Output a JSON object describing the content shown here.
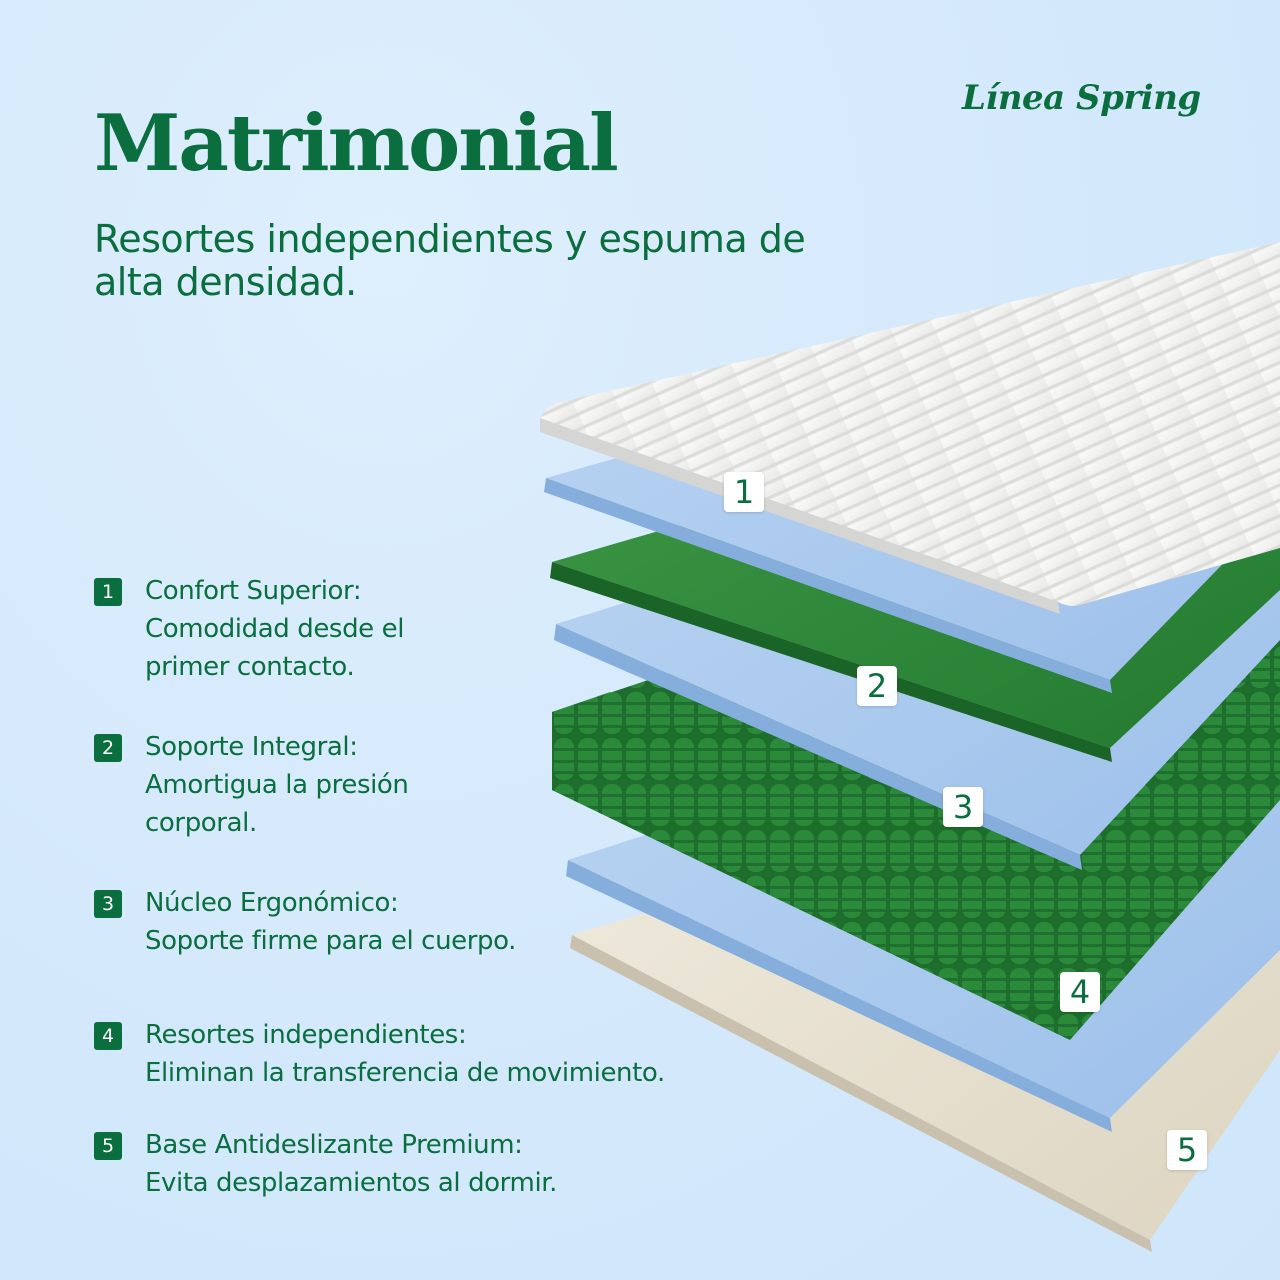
{
  "header": {
    "brand": "Línea Spring",
    "title": "Matrimonial",
    "subtitle": "Resortes independientes y espuma de alta densidad."
  },
  "features": [
    {
      "number": "1",
      "name": "Confort Superior:",
      "lines": [
        "Comodidad desde el",
        "primer contacto."
      ]
    },
    {
      "number": "2",
      "name": "Soporte Integral:",
      "lines": [
        "Amortigua la presión",
        "corporal."
      ]
    },
    {
      "number": "3",
      "name": "Núcleo Ergonómico:",
      "lines": [
        "Soporte firme para el cuerpo."
      ]
    },
    {
      "number": "4",
      "name": "Resortes independientes:",
      "lines": [
        "Eliminan la transferencia de movimiento."
      ]
    },
    {
      "number": "5",
      "name": "Base Antideslizante Premium:",
      "lines": [
        "Evita desplazamientos al dormir."
      ]
    }
  ],
  "layer_tags": [
    "1",
    "2",
    "3",
    "4",
    "5"
  ],
  "colors": {
    "brand_green": "#0a6e3f",
    "background": "#d6eafc",
    "foam_blue": "#a9c9ee",
    "foam_green": "#2a8a3a",
    "spring_green": "#1f7a32",
    "top_white": "#f4f4f2",
    "base_cream": "#e9e3d3"
  }
}
